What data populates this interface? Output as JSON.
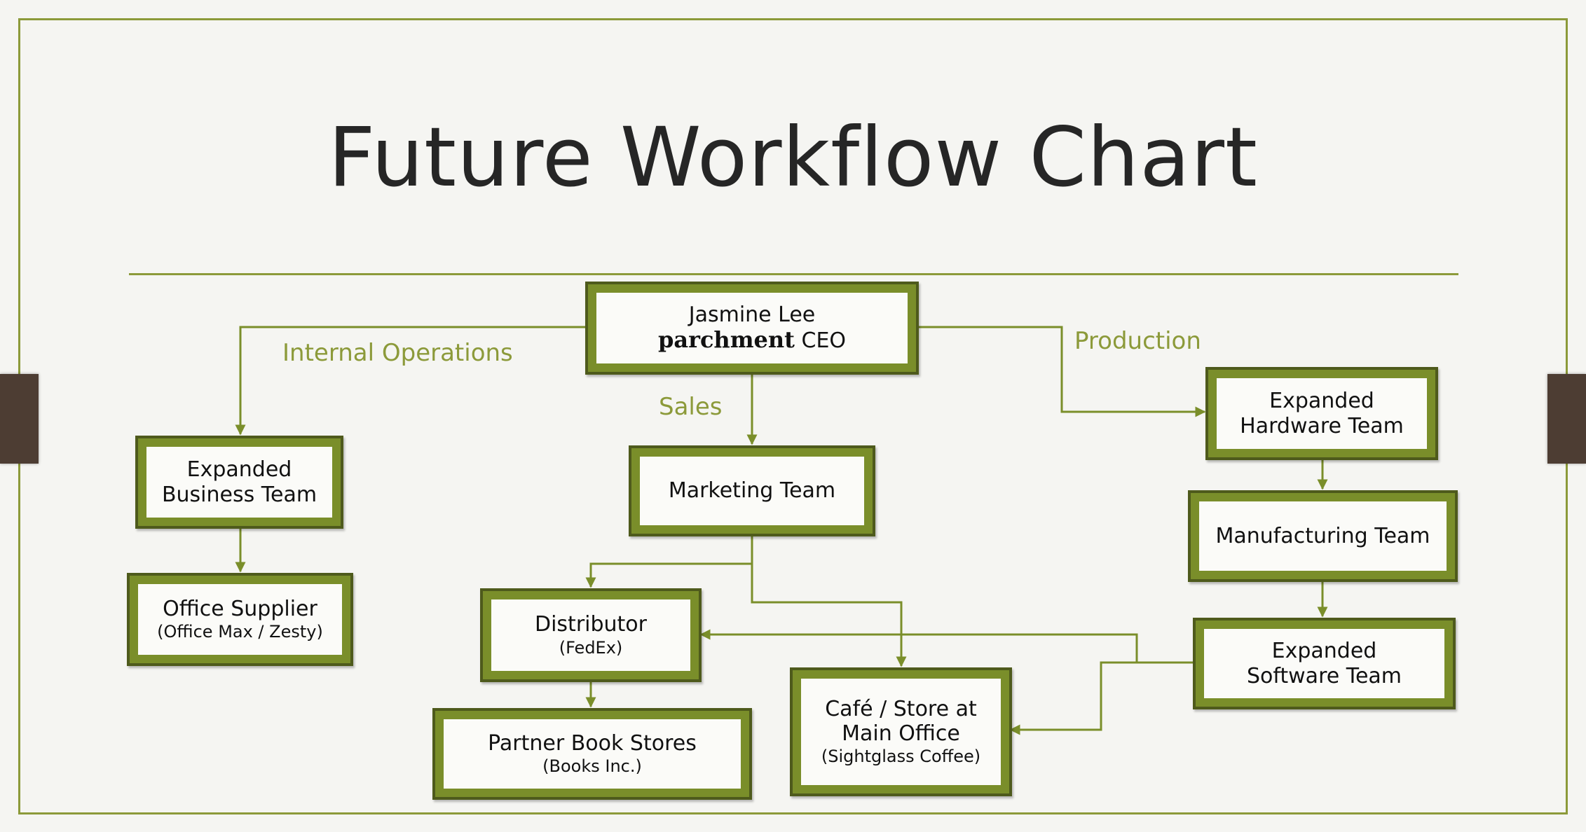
{
  "title": "Future Workflow Chart",
  "colors": {
    "accent": "#8c9a3a",
    "box_border": "#7a8e2a",
    "box_border_dark": "#4e5a1c",
    "background": "#f5f5f2",
    "tab": "#4d3d33"
  },
  "branch_labels": {
    "internal_operations": "Internal Operations",
    "sales": "Sales",
    "production": "Production"
  },
  "nodes": {
    "ceo": {
      "name": "Jasmine Lee",
      "brand": "parchment",
      "role": "CEO"
    },
    "business": {
      "line1": "Expanded",
      "line2": "Business Team"
    },
    "office_supplier": {
      "line1": "Office Supplier",
      "sub": "(Office Max / Zesty)"
    },
    "marketing": {
      "line1": "Marketing Team"
    },
    "distributor": {
      "line1": "Distributor",
      "sub": "(FedEx)"
    },
    "book_stores": {
      "line1": "Partner Book Stores",
      "sub": "(Books Inc.)"
    },
    "cafe": {
      "line1": "Café / Store at",
      "line2": "Main Office",
      "sub": "(Sightglass Coffee)"
    },
    "hardware": {
      "line1": "Expanded",
      "line2": "Hardware Team"
    },
    "manufacturing": {
      "line1": "Manufacturing Team"
    },
    "software": {
      "line1": "Expanded",
      "line2": "Software Team"
    }
  }
}
